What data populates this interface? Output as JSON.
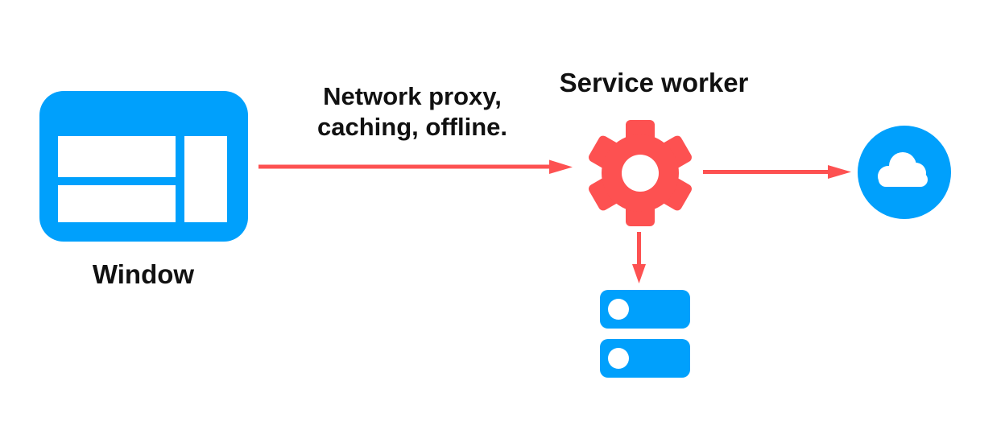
{
  "colors": {
    "blue": "#00A0FC",
    "red": "#FD5151",
    "text": "#111111",
    "background": "#FFFFFF"
  },
  "nodes": {
    "window": {
      "label": "Window",
      "icon": "browser-window-icon"
    },
    "service_worker": {
      "label": "Service worker",
      "icon": "gear-icon"
    },
    "network": {
      "icon": "cloud-icon"
    },
    "cache": {
      "icon": "storage-stack-icon"
    }
  },
  "edges": {
    "window_to_service_worker": {
      "label_line1": "Network proxy,",
      "label_line2": "caching, offline.",
      "direction": "right"
    },
    "service_worker_to_network": {
      "direction": "right"
    },
    "service_worker_to_cache": {
      "direction": "down"
    }
  }
}
